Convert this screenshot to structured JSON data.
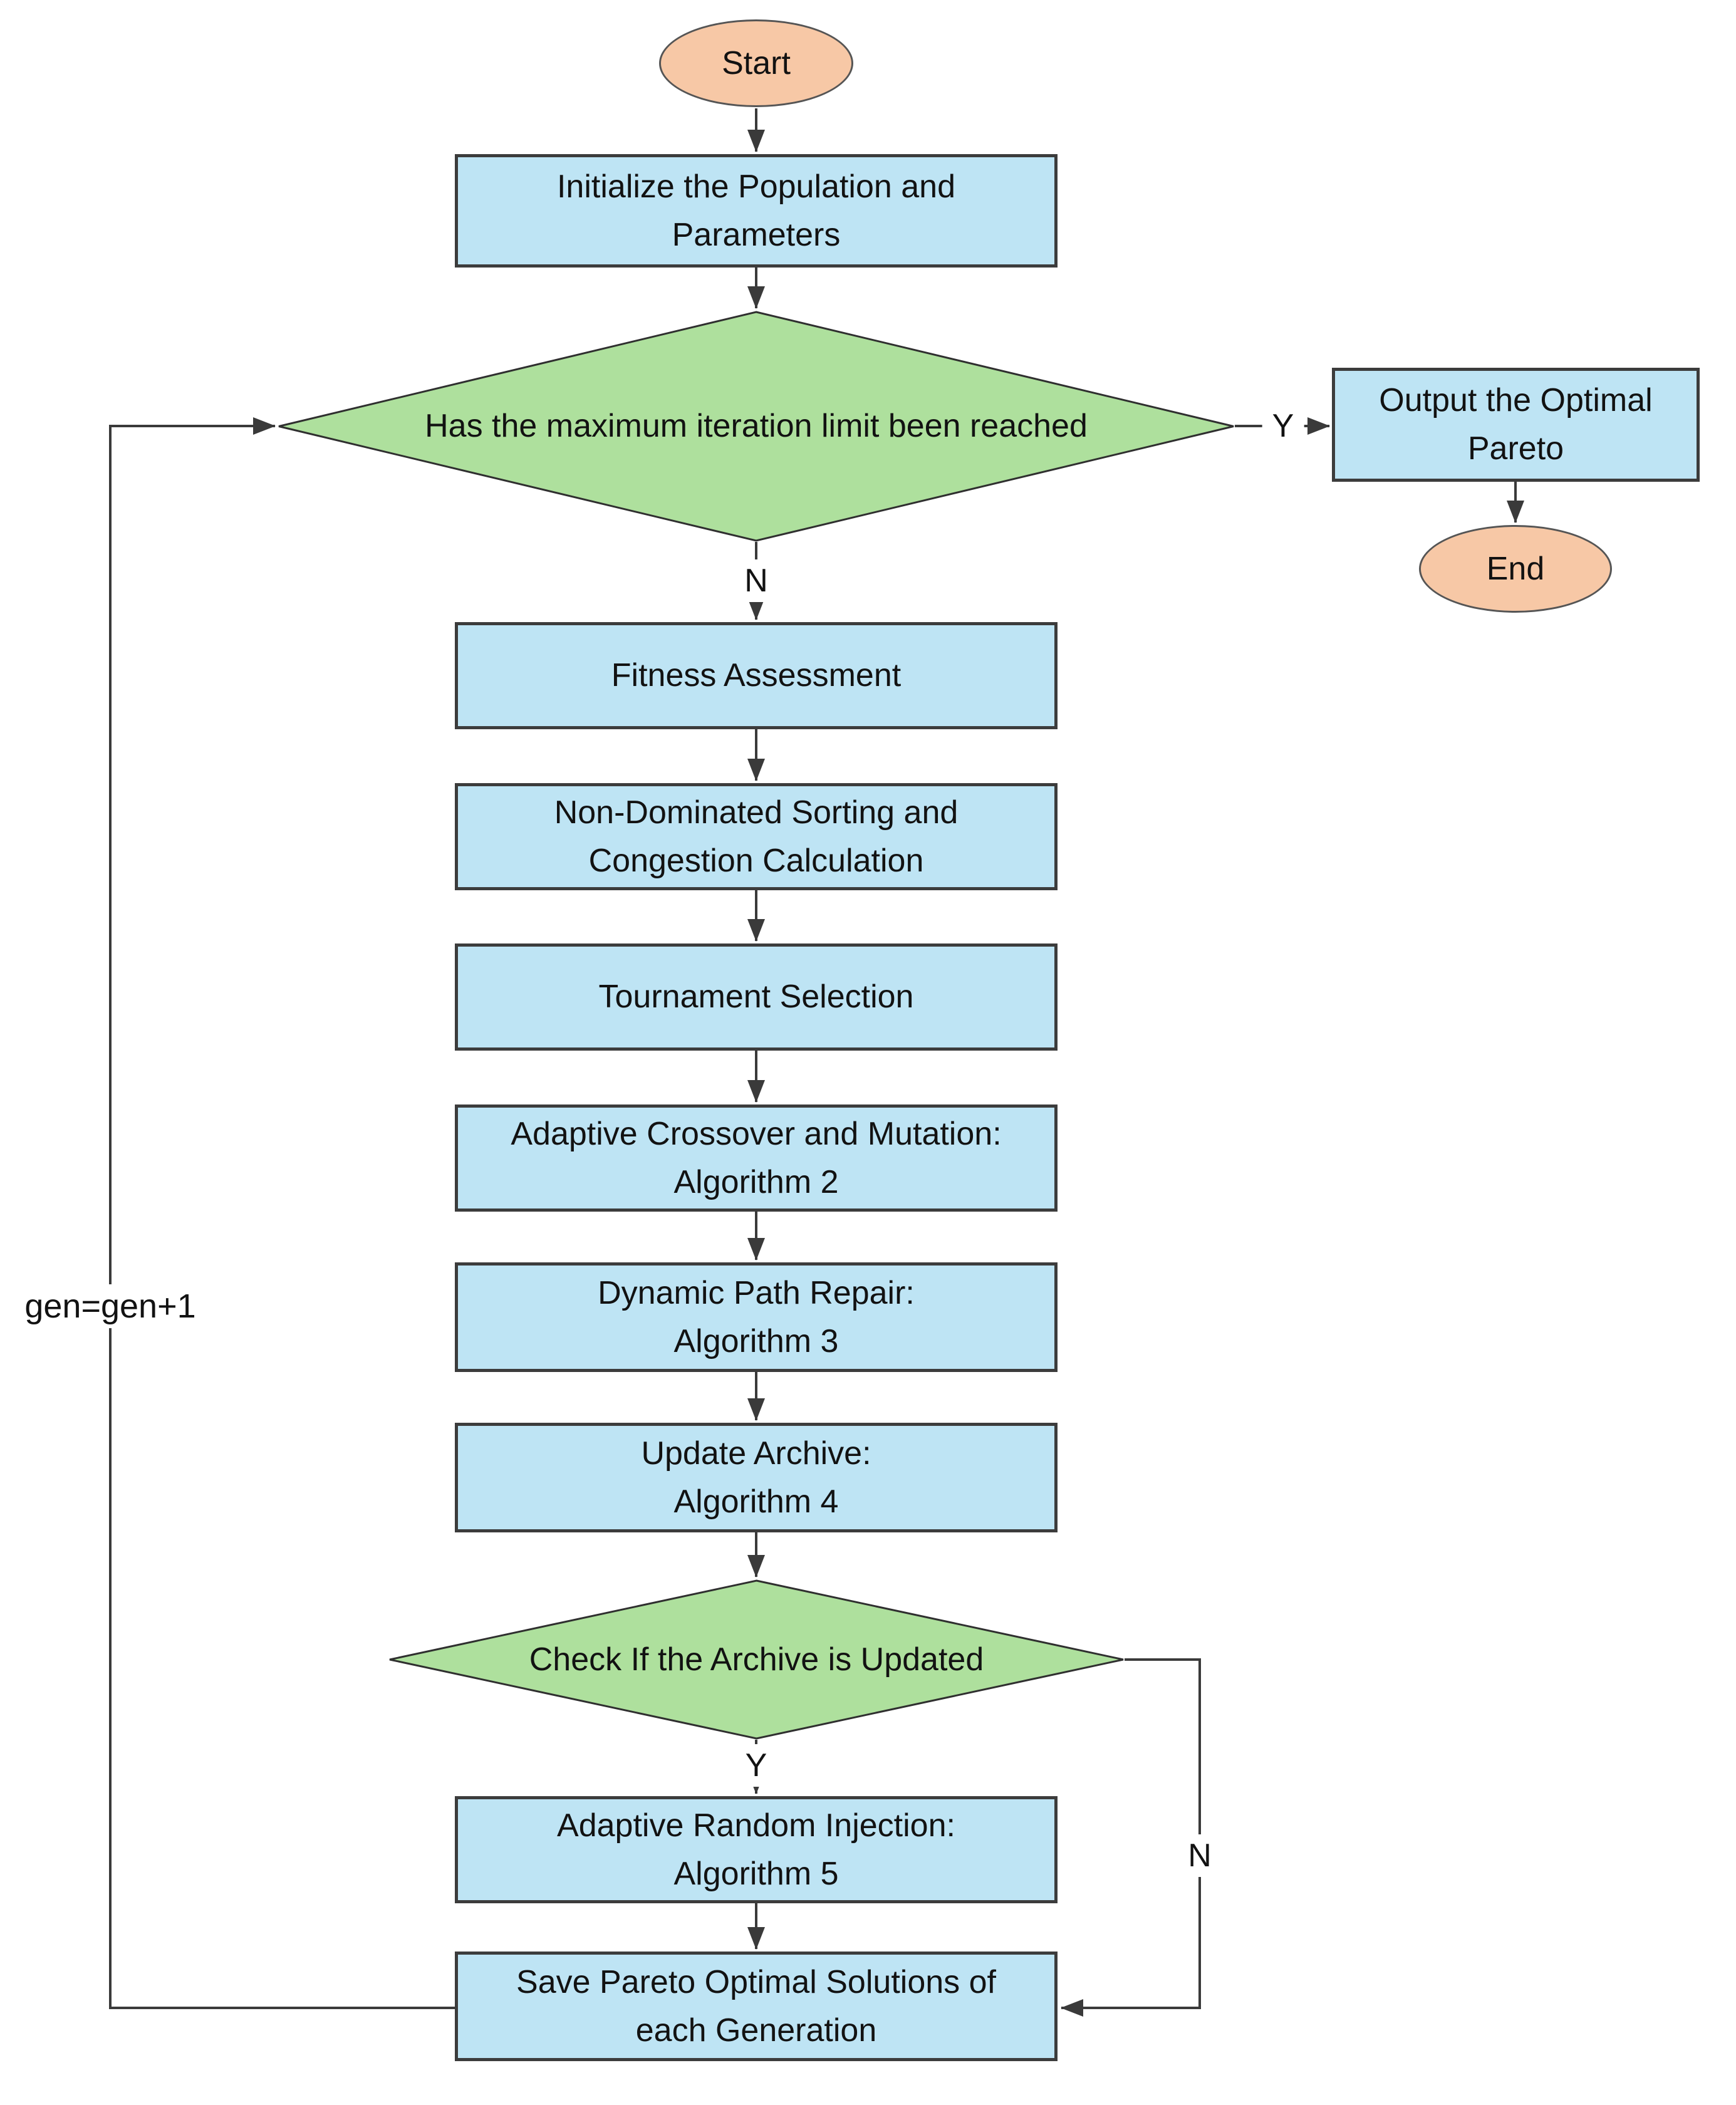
{
  "diagram": {
    "type": "flowchart",
    "nodes": {
      "start": {
        "label": "Start",
        "shape": "terminator"
      },
      "init": {
        "label": "Initialize the Population and\nParameters",
        "shape": "process"
      },
      "max_iter": {
        "label": "Has the maximum iteration limit been reached",
        "shape": "decision"
      },
      "output": {
        "label": "Output the Optimal\nPareto",
        "shape": "process"
      },
      "end": {
        "label": "End",
        "shape": "terminator"
      },
      "fitness": {
        "label": "Fitness Assessment",
        "shape": "process"
      },
      "sorting": {
        "label": "Non-Dominated Sorting and\nCongestion Calculation",
        "shape": "process"
      },
      "tournament": {
        "label": "Tournament Selection",
        "shape": "process"
      },
      "crossover": {
        "label": "Adaptive Crossover and Mutation:\nAlgorithm 2",
        "shape": "process"
      },
      "repair": {
        "label": "Dynamic Path Repair:\nAlgorithm 3",
        "shape": "process"
      },
      "archive": {
        "label": "Update Archive:\nAlgorithm 4",
        "shape": "process"
      },
      "archive_updated": {
        "label": "Check If the Archive is Updated",
        "shape": "decision"
      },
      "injection": {
        "label": "Adaptive Random Injection:\nAlgorithm 5",
        "shape": "process"
      },
      "save": {
        "label": "Save Pareto Optimal Solutions of\neach Generation",
        "shape": "process"
      }
    },
    "edge_labels": {
      "max_iter_yes": "Y",
      "max_iter_no": "N",
      "archive_updated_yes": "Y",
      "archive_updated_no": "N",
      "loop_increment": "gen=gen+1"
    }
  },
  "colors": {
    "terminator_fill": "#F7C8A6",
    "process_fill": "#BEE4F4",
    "decision_fill": "#AEE09D",
    "connector": "#3A3A3A",
    "text": "#121212",
    "background": "#FFFFFF"
  }
}
